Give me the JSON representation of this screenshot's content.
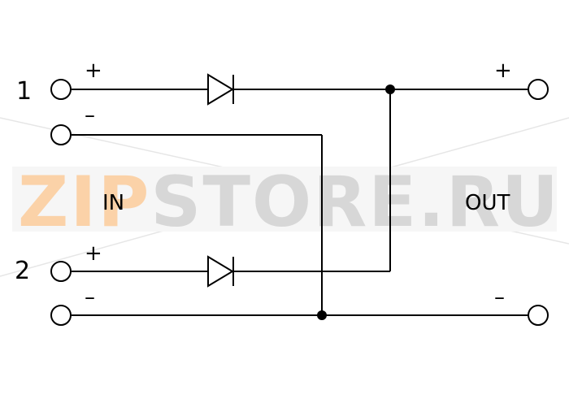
{
  "watermark": {
    "part1": "ZIP",
    "part2": "STORE.RU",
    "color_zip": "#fbd2a8",
    "color_store": "#d7d7d7"
  },
  "labels": {
    "input1": "1",
    "input2": "2",
    "plus": "+",
    "minus": "–",
    "in": "IN",
    "out": "OUT"
  },
  "colors": {
    "wire": "#000000",
    "background": "#ffffff"
  }
}
